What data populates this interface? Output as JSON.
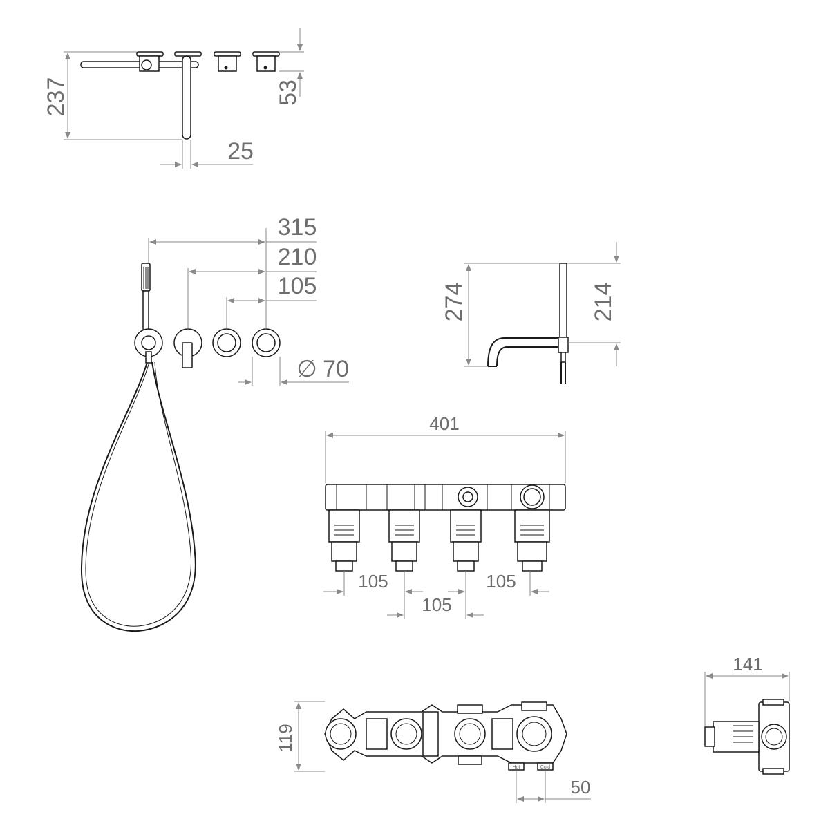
{
  "dimensions": {
    "top_height": "237",
    "top_knob_height": "53",
    "top_spout_width": "25",
    "front_315": "315",
    "front_210": "210",
    "front_105": "105",
    "front_diameter_symbol": "∅",
    "front_diameter": "70",
    "side_274": "274",
    "side_214": "214",
    "valve_width": "401",
    "valve_pitch_left": "105",
    "valve_pitch_mid": "105",
    "valve_pitch_right": "105",
    "plan_height": "119",
    "plan_inlet": "50",
    "depth_141": "141"
  },
  "valve_labels": {
    "hot": "Hot",
    "cold": "Cold"
  },
  "colors": {
    "line": "#1a1a1a",
    "dimension": "#8a8a8a",
    "text": "#6e6e6e"
  }
}
